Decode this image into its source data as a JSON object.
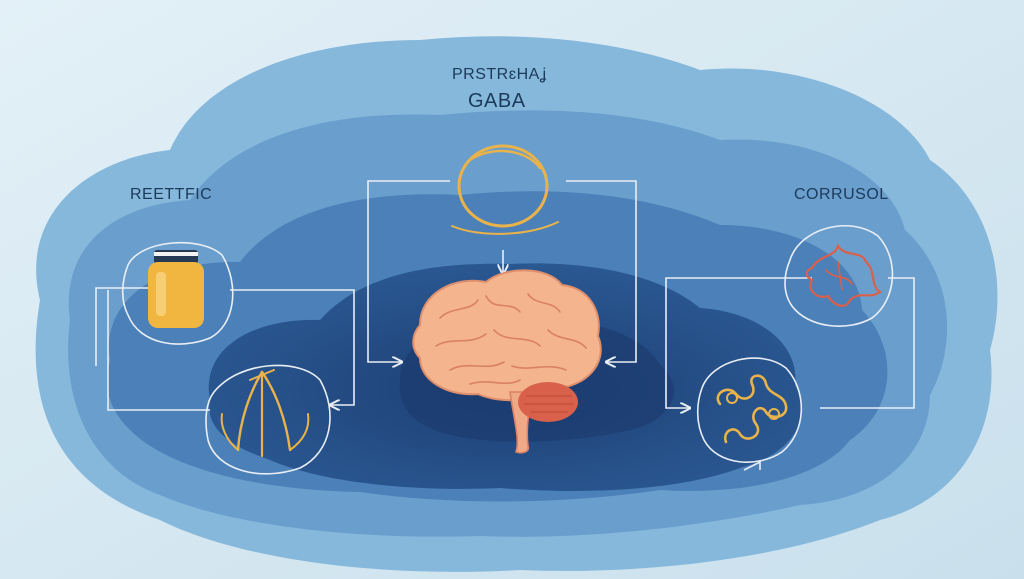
{
  "labels": {
    "top_small": "PRSTRɛHAʝ",
    "top_main": "GABA",
    "left": "REETTFIC",
    "right": "CORRUSOL"
  },
  "colors": {
    "background": "#d6e8f1",
    "cloud_outer": "#7fb3d8",
    "cloud_mid": "#5c93c6",
    "cloud_inner": "#3b6ea8",
    "cloud_core": "#244d86",
    "line": "#e9eef4",
    "accent_gold": "#e9b34a",
    "accent_red": "#d9604a",
    "brain": "#f3b48e",
    "label_text": "#1c3a5a"
  },
  "icons": {
    "top": "circle-icon",
    "left_top": "supplement-bottle-icon",
    "left_bottom": "plant-leaf-icon",
    "center": "brain-icon",
    "right_top": "neuron-cluster-icon",
    "right_bottom": "molecule-icon"
  }
}
